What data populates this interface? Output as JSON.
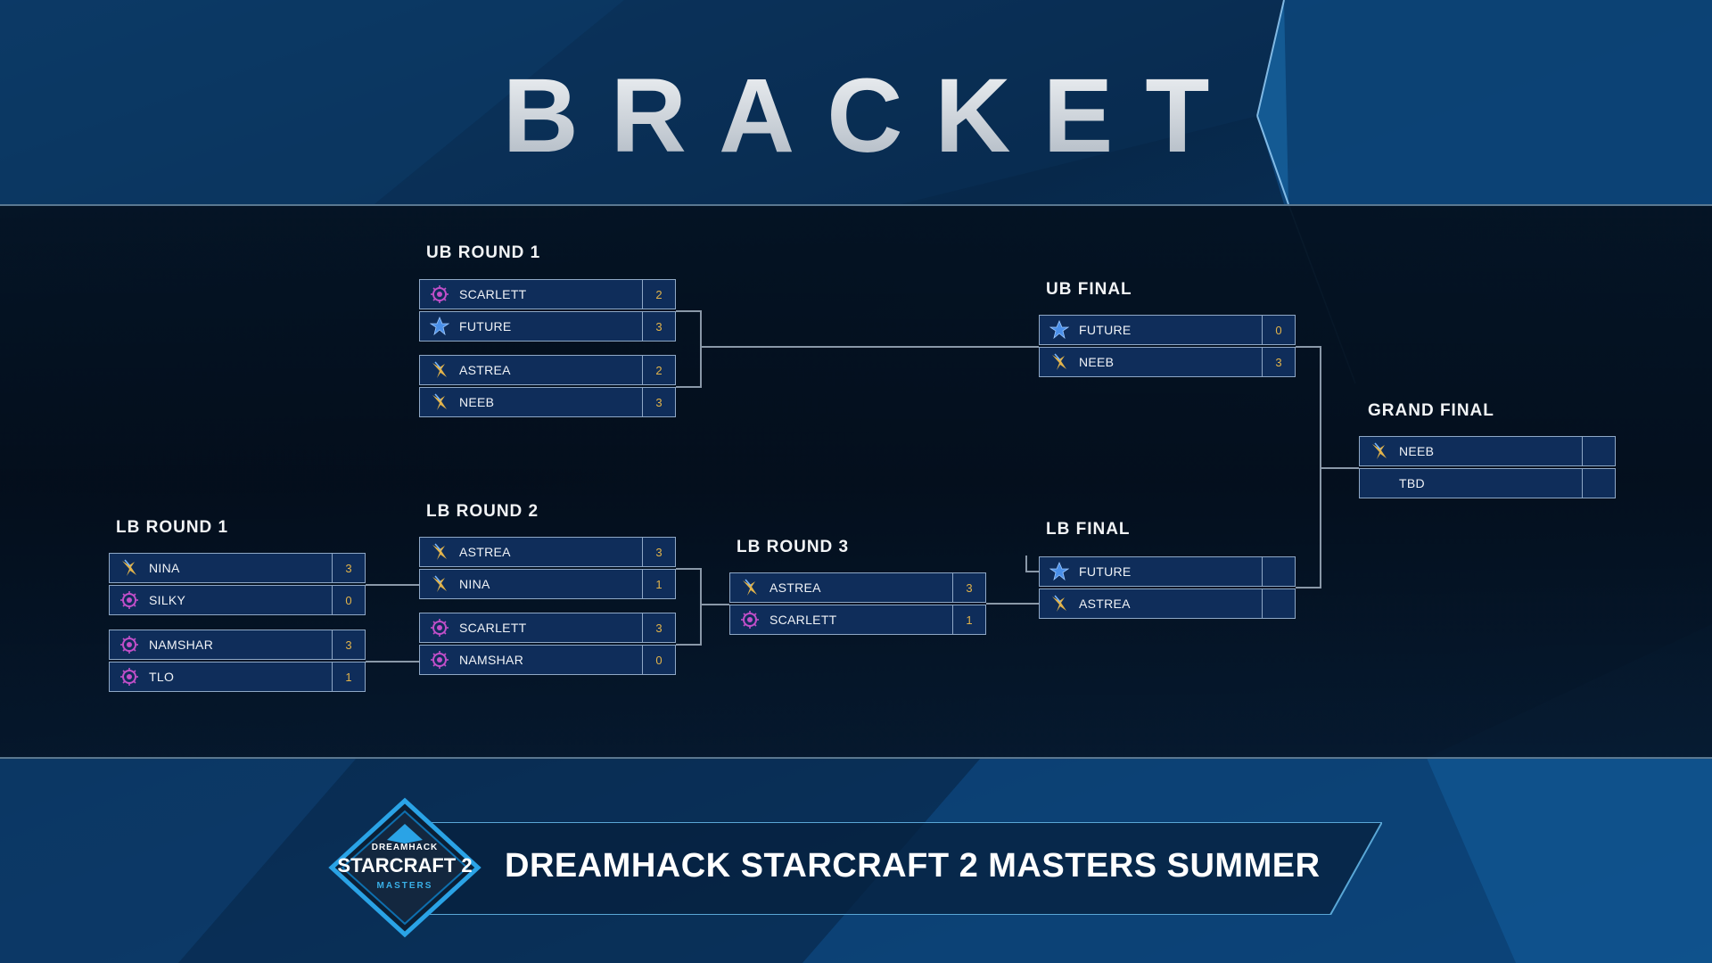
{
  "title": "BRACKET",
  "footer": {
    "event_name": "DREAMHACK STARCRAFT 2 MASTERS SUMMER",
    "logo_top": "DREAMHACK",
    "logo_main": "STARCRAFT 2",
    "logo_sub": "MASTERS"
  },
  "colors": {
    "row_bg": "#0f2d5a",
    "border": "#8fa8c6",
    "score": "#e2b34a",
    "zerg": "#c24fc9",
    "protoss": "#e2b34a",
    "terran": "#4a8fe8"
  },
  "rounds": {
    "ub1": {
      "label": "UB ROUND 1"
    },
    "ubf": {
      "label": "UB FINAL"
    },
    "gf": {
      "label": "GRAND FINAL"
    },
    "lb1": {
      "label": "LB ROUND 1"
    },
    "lb2": {
      "label": "LB ROUND 2"
    },
    "lb3": {
      "label": "LB ROUND 3"
    },
    "lbf": {
      "label": "LB FINAL"
    }
  },
  "matches": {
    "ub1_m1": [
      {
        "name": "SCARLETT",
        "race": "zerg-icon",
        "score": "2"
      },
      {
        "name": "FUTURE",
        "race": "terran-icon",
        "score": "3"
      }
    ],
    "ub1_m2": [
      {
        "name": "ASTREA",
        "race": "protoss-icon",
        "score": "2"
      },
      {
        "name": "NEEB",
        "race": "protoss-icon",
        "score": "3"
      }
    ],
    "ubf_m1": [
      {
        "name": "FUTURE",
        "race": "terran-icon",
        "score": "0"
      },
      {
        "name": "NEEB",
        "race": "protoss-icon",
        "score": "3"
      }
    ],
    "gf_m1": [
      {
        "name": "NEEB",
        "race": "protoss-icon",
        "score": ""
      },
      {
        "name": "TBD",
        "race": "",
        "score": ""
      }
    ],
    "lb1_m1": [
      {
        "name": "NINA",
        "race": "protoss-icon",
        "score": "3"
      },
      {
        "name": "SILKY",
        "race": "zerg-icon",
        "score": "0"
      }
    ],
    "lb1_m2": [
      {
        "name": "NAMSHAR",
        "race": "zerg-icon",
        "score": "3"
      },
      {
        "name": "TLO",
        "race": "zerg-icon",
        "score": "1"
      }
    ],
    "lb2_m1": [
      {
        "name": "ASTREA",
        "race": "protoss-icon",
        "score": "3"
      },
      {
        "name": "NINA",
        "race": "protoss-icon",
        "score": "1"
      }
    ],
    "lb2_m2": [
      {
        "name": "SCARLETT",
        "race": "zerg-icon",
        "score": "3"
      },
      {
        "name": "NAMSHAR",
        "race": "zerg-icon",
        "score": "0"
      }
    ],
    "lb3_m1": [
      {
        "name": "ASTREA",
        "race": "protoss-icon",
        "score": "3"
      },
      {
        "name": "SCARLETT",
        "race": "zerg-icon",
        "score": "1"
      }
    ],
    "lbf_m1": [
      {
        "name": "FUTURE",
        "race": "terran-icon",
        "score": ""
      },
      {
        "name": "ASTREA",
        "race": "protoss-icon",
        "score": ""
      }
    ]
  }
}
